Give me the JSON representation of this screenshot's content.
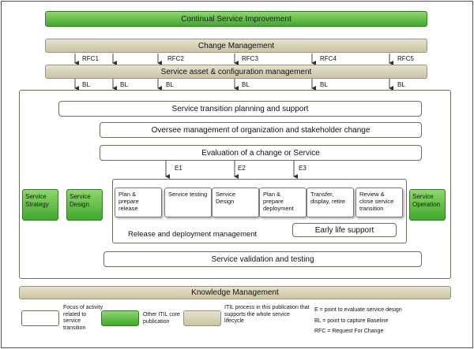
{
  "top": {
    "csi": "Continual Service Improvement",
    "change": "Change Management",
    "asset": "Service asset & configuration management"
  },
  "rfc": [
    "RFC1",
    "RFC2",
    "RFC3",
    "RFC4",
    "RFC5"
  ],
  "bl": [
    "BL",
    "BL",
    "BL",
    "BL",
    "BL",
    "BL"
  ],
  "inner": {
    "planning": "Service transition planning and support",
    "oversee": "Oversee management of organization and stakeholder change",
    "evaluation": "Evaluation of a change or Service",
    "e1": "E1",
    "e2": "E2",
    "e3": "E3",
    "release_label": "Release and deployment management",
    "early_life": "Early life support",
    "validation": "Service validation and testing"
  },
  "side": {
    "strategy": "Service Strategy",
    "design": "Service Design",
    "operation": "Service Operation"
  },
  "stages": [
    "Plan & prepare release",
    "Service testing",
    "Service Design",
    "Plan & prepare deployment",
    "Transfer, display, retire",
    "Review & close service transition"
  ],
  "knowledge": "Knowledge Management",
  "legend": {
    "white_text": "Focus of activity related to service transition",
    "green_text": "Other ITIL core publication",
    "tan_text": "ITIL process in this publication that supports the whole service lifecycle",
    "key_e": "E = point to evaluate service design",
    "key_bl": "BL = point to capture Baseline",
    "key_rfc": "RFC = Request For Change"
  },
  "colors": {
    "green": "#4caf3a",
    "tan": "#d6d1b4"
  }
}
